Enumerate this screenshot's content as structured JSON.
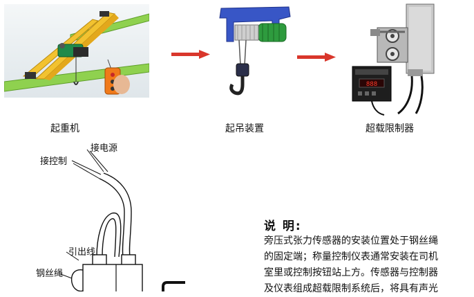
{
  "top_row": {
    "captions": [
      "起重机",
      "起吊装置",
      "超载限制器"
    ],
    "arrow_color": "#d9362b"
  },
  "wiring": {
    "labels": {
      "power": "接电源",
      "control": "接控制",
      "lead_out": "引出线",
      "wire_rope": "钢丝绳"
    }
  },
  "note": {
    "title": "说 明:",
    "lines": [
      "旁压式张力传感器的安装位置处于钢丝绳",
      "的固定端；称量控制仪表通常安装在司机",
      "室里或控制按钮站上方。传感器与控制器",
      "及仪表组成超载限制系统后，将具有声光"
    ]
  }
}
